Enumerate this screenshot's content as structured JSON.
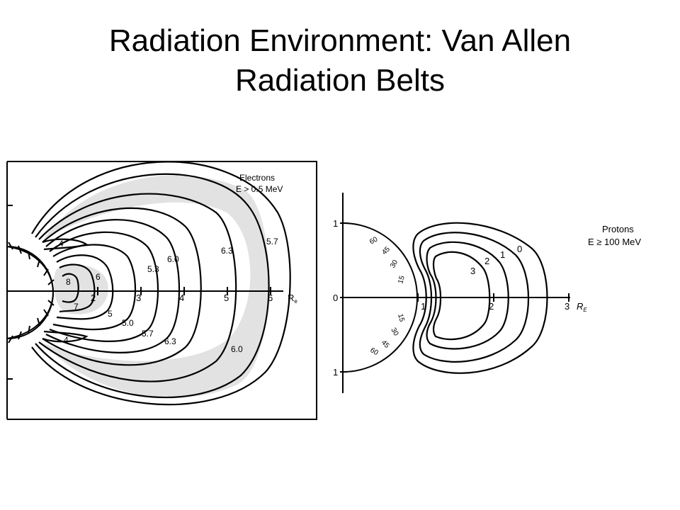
{
  "slide": {
    "title_line1": "Radiation Environment: Van Allen",
    "title_line2": "Radiation Belts"
  },
  "electrons_panel": {
    "legend_line1": "Electrons",
    "legend_line2": "E > 0.5 MeV",
    "axis_unit": "R",
    "axis_unit_sub": "e",
    "x_ticks": [
      "2",
      "3",
      "4",
      "5",
      "6"
    ],
    "contours": {
      "c8": "8",
      "c7": "7",
      "c6": "6",
      "c5": "5",
      "c4_upper": "4",
      "c4_lower": "4",
      "c50": "5.0",
      "c53": "5.3",
      "c57_lower": "5.7",
      "c57_upper": "5.7",
      "c60_upper": "6.0",
      "c60_lower": "6.0",
      "c63_upper": "6.3",
      "c63_lower": "6.3"
    },
    "colors": {
      "shade": "#e2e2e2",
      "frame": "#000000"
    }
  },
  "protons_panel": {
    "legend_line1": "Protons",
    "legend_line2": "E ≥ 100 MeV",
    "axis_unit": "R",
    "axis_unit_sub": "E",
    "x_ticks": [
      "1",
      "2",
      "3"
    ],
    "y_ticks": [
      "1",
      "0",
      "1"
    ],
    "latitude_labels_upper": [
      "15",
      "30",
      "45",
      "60"
    ],
    "latitude_labels_lower": [
      "15",
      "30",
      "45",
      "60"
    ],
    "contours": {
      "c0": "0",
      "c1": "1",
      "c2": "2",
      "c3": "3"
    }
  }
}
